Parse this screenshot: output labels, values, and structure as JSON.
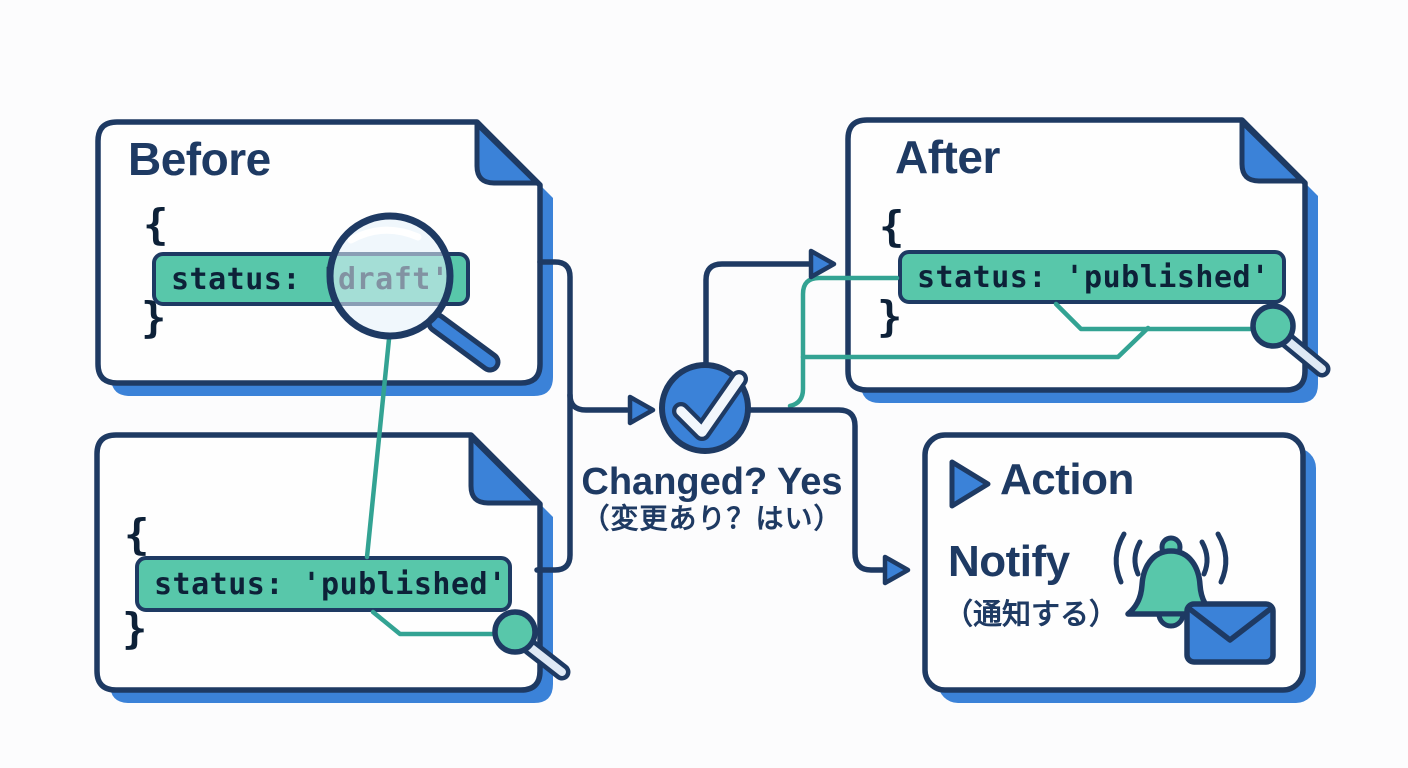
{
  "palette": {
    "navy": "#1e3a63",
    "blue": "#3b82d8",
    "teal_fill": "#58c7aa",
    "teal_line": "#33a393",
    "glass": "#e7f0fa",
    "paper": "#fefefe",
    "background": "#fcfcfd",
    "code_ink": "#0d2138"
  },
  "cards": {
    "before": {
      "title": "Before",
      "brace_open": "{",
      "code": "status: 'draft'",
      "brace_close": "}"
    },
    "before_published": {
      "brace_open": "{",
      "code": "status: 'published'",
      "brace_close": "}"
    },
    "after": {
      "title": "After",
      "brace_open": "{",
      "code": "status: 'published'",
      "brace_close": "}"
    },
    "action": {
      "title": "Action",
      "label": "Notify",
      "label_ja": "（通知する）"
    }
  },
  "decision": {
    "label": "Changed? Yes",
    "label_ja": "（変更あり？はい）"
  },
  "icons": {
    "decision": "check-circle-icon",
    "before_inspect": "magnifier-icon",
    "published_inspect": "magnifier-icon",
    "after_inspect": "magnifier-icon",
    "action_bullet": "play-icon",
    "notify_bell": "bell-icon",
    "notify_mail": "envelope-icon"
  }
}
